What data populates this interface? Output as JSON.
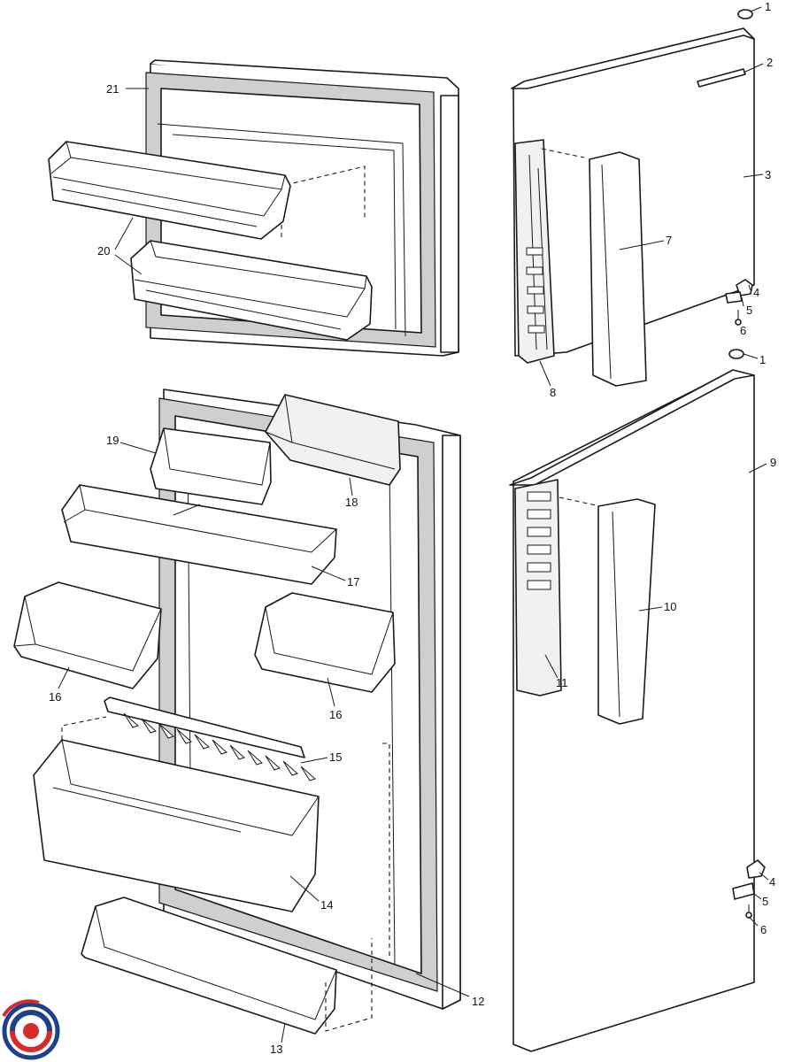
{
  "diagram": {
    "callouts": [
      {
        "id": "c1a",
        "text": "1"
      },
      {
        "id": "c2",
        "text": "2"
      },
      {
        "id": "c3",
        "text": "3"
      },
      {
        "id": "c4a",
        "text": "4"
      },
      {
        "id": "c5a",
        "text": "5"
      },
      {
        "id": "c6a",
        "text": "6"
      },
      {
        "id": "c7",
        "text": "7"
      },
      {
        "id": "c8",
        "text": "8"
      },
      {
        "id": "c1b",
        "text": "1"
      },
      {
        "id": "c9",
        "text": "9"
      },
      {
        "id": "c10",
        "text": "10"
      },
      {
        "id": "c11",
        "text": "11"
      },
      {
        "id": "c4b",
        "text": "4"
      },
      {
        "id": "c5b",
        "text": "5"
      },
      {
        "id": "c6b",
        "text": "6"
      },
      {
        "id": "c12",
        "text": "12"
      },
      {
        "id": "c13",
        "text": "13"
      },
      {
        "id": "c14",
        "text": "14"
      },
      {
        "id": "c15",
        "text": "15"
      },
      {
        "id": "c16a",
        "text": "16"
      },
      {
        "id": "c16b",
        "text": "16"
      },
      {
        "id": "c17",
        "text": "17"
      },
      {
        "id": "c18",
        "text": "18"
      },
      {
        "id": "c19",
        "text": "19"
      },
      {
        "id": "c20",
        "text": "20"
      },
      {
        "id": "c21",
        "text": "21"
      }
    ]
  },
  "logo": {
    "icon": "brand-swirl-icon",
    "colors": {
      "blue": "#1f3f8f",
      "red": "#d62b2b"
    }
  }
}
